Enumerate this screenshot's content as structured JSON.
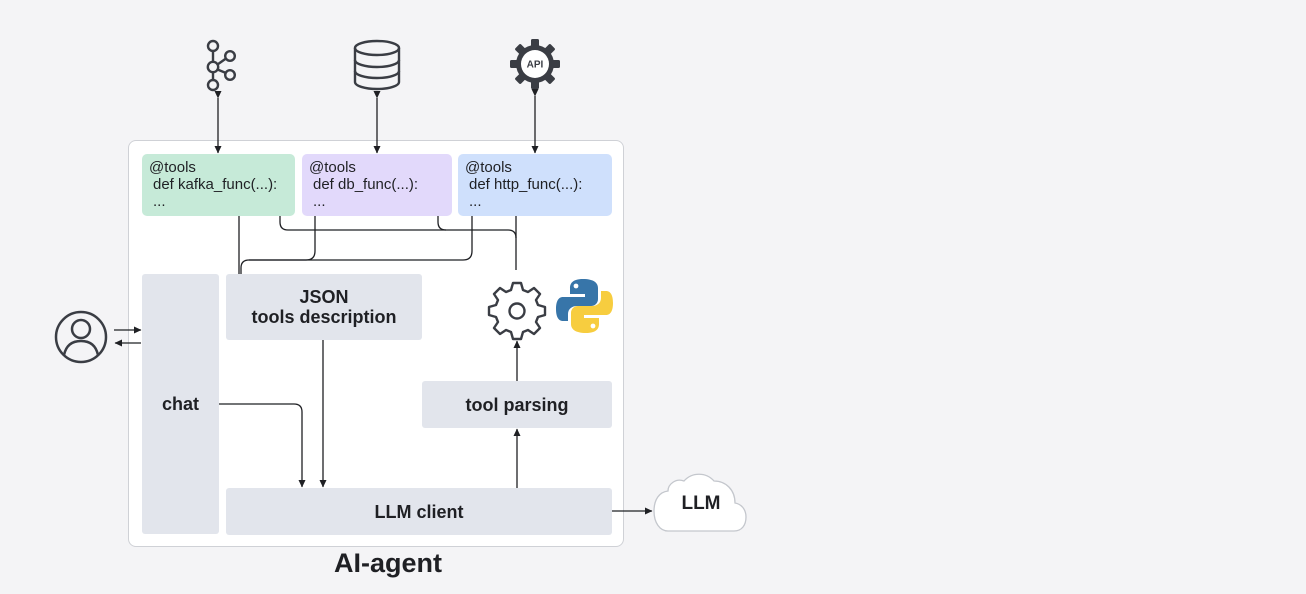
{
  "diagram": {
    "agent_label": "AI-agent",
    "tools": [
      {
        "decorator": "@tools",
        "signature": "def kafka_func(...):",
        "body": "..."
      },
      {
        "decorator": "@tools",
        "signature": "def db_func(...):",
        "body": "..."
      },
      {
        "decorator": "@tools",
        "signature": "def http_func(...):",
        "body": "..."
      }
    ],
    "blocks": {
      "chat": "chat",
      "json_line1": "JSON",
      "json_line2": "tools description",
      "tool_parsing": "tool parsing",
      "llm_client": "LLM client"
    },
    "cloud": {
      "label": "LLM"
    },
    "api_icon_text": "API",
    "icons": {
      "user": "user-avatar-icon",
      "kafka": "kafka-icon",
      "database": "database-icon",
      "api": "api-gear-icon",
      "gear": "gear-icon",
      "python": "python-logo-icon"
    },
    "colors": {
      "kafka_card": "#c6ead8",
      "db_card": "#e2d9fb",
      "http_card": "#cfe0fc",
      "block": "#e2e5ec",
      "python_blue": "#3775a9",
      "python_yellow": "#f7cd3f"
    }
  }
}
